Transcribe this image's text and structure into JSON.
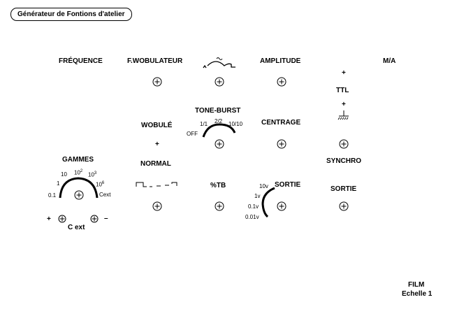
{
  "title": "Générateur de Fontions d'atelier",
  "labels": {
    "frequence": "FRÉQUENCE",
    "wobulateur": "F.WOBULATEUR",
    "amplitude": "AMPLITUDE",
    "ma": "M/A",
    "ttl": "TTL",
    "tone_burst": "TONE-BURST",
    "wobule": "WOBULÉ",
    "centrage": "CENTRAGE",
    "normal": "NORMAL",
    "gammes": "GAMMES",
    "synchro": "SYNCHRO",
    "tb": "%TB",
    "sortie_level": "SORTIE",
    "sortie": "SORTIE",
    "cext": "C ext"
  },
  "symbols": {
    "plus": "+",
    "minus": "–"
  },
  "tone_burst_scale": {
    "off": "OFF",
    "r1": "1/1",
    "r2": "2/2",
    "r3": "10/10"
  },
  "gammes_scale": {
    "g01": "0.1",
    "g1": "1",
    "g10": "10",
    "g100_base": "10",
    "g100_exp": "2",
    "g1000_base": "10",
    "g1000_exp": "3",
    "g1m_base": "10",
    "g1m_exp": "6",
    "cext": "Cext"
  },
  "sortie_scale": {
    "v001": "0.01v",
    "v01": "0.1v",
    "v1": "1v",
    "v10": "10v"
  },
  "footer": {
    "film": "FILM",
    "scale": "Echelle 1"
  }
}
